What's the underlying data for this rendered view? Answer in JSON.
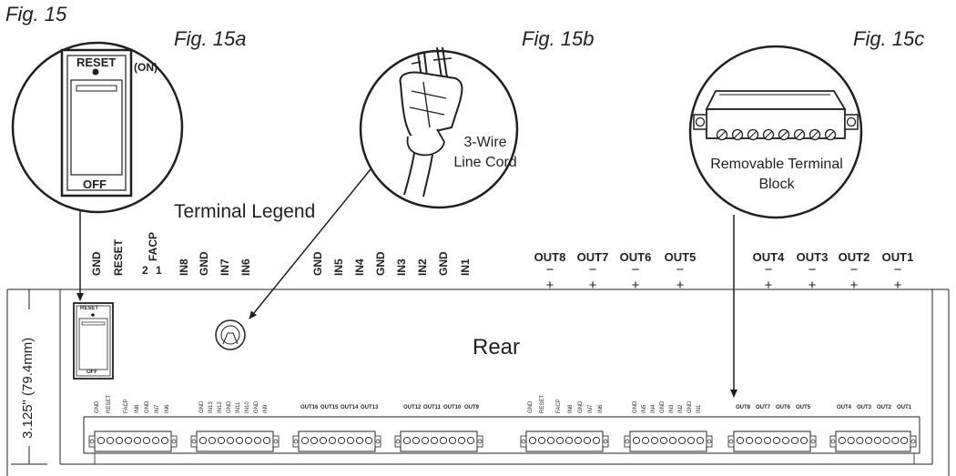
{
  "fig_main": "Fig. 15",
  "fig_a": "Fig. 15a",
  "fig_b": "Fig. 15b",
  "fig_c": "Fig. 15c",
  "switch": {
    "reset": "RESET",
    "on": "(ON)",
    "off": "OFF"
  },
  "cord_caption": [
    "3-Wire",
    "Line Cord"
  ],
  "block_caption": [
    "Removable Terminal",
    "Block"
  ],
  "legend_title": "Terminal Legend",
  "rear_label": "Rear",
  "dimension": "3.125\" (79.4mm)",
  "legend_group1": [
    "GND",
    "RESET"
  ],
  "facp": {
    "label": "FACP",
    "n2": "2",
    "n1": "1"
  },
  "legend_group2": [
    "IN8",
    "GND",
    "IN7",
    "IN6"
  ],
  "legend_group3": [
    "GND",
    "IN5",
    "IN4",
    "GND",
    "IN3",
    "IN2",
    "GND",
    "IN1"
  ],
  "outputs_left": [
    "OUT8",
    "OUT7",
    "OUT6",
    "OUT5"
  ],
  "outputs_right": [
    "OUT4",
    "OUT3",
    "OUT2",
    "OUT1"
  ],
  "polarity": "−+",
  "tiny_left_a": [
    "GND",
    "RESET"
  ],
  "tiny_left_b": [
    "IN8",
    "GND",
    "IN7",
    "IN6"
  ],
  "tiny_right_a": [
    "GND",
    "RESET"
  ],
  "tiny_right_b": [
    "IN8",
    "GND",
    "IN7",
    "IN6"
  ],
  "tiny_in_group_l": [
    "GND",
    "IN13",
    "IN12",
    "GND",
    "IN11",
    "IN10",
    "GND",
    "IN9"
  ],
  "tiny_in_group_r": [
    "GND",
    "IN5",
    "IN4",
    "GND",
    "IN3",
    "IN2",
    "GND",
    "IN1"
  ],
  "tiny_out_a": [
    "OUT16",
    "OUT15",
    "OUT14",
    "OUT13"
  ],
  "tiny_out_b": [
    "OUT12",
    "OUT11",
    "OUT10",
    "OUT9"
  ],
  "tiny_out_c": [
    "OUT8",
    "OUT7",
    "OUT6",
    "OUT5"
  ],
  "tiny_out_d": [
    "OUT4",
    "OUT3",
    "OUT2",
    "OUT1"
  ]
}
